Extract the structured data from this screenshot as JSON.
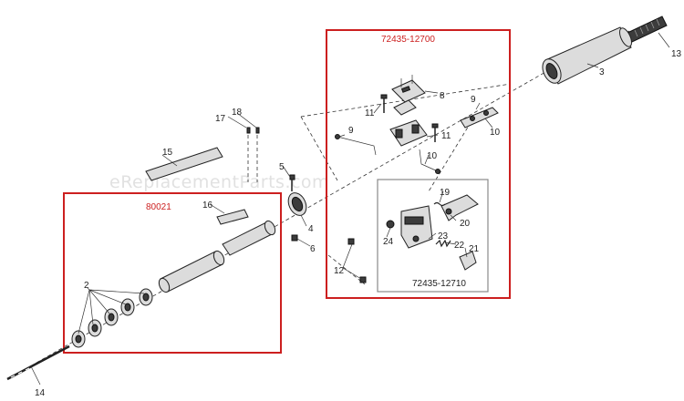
{
  "watermark": "eReplacementParts.com",
  "kits": {
    "upper_kit": "72435-12700",
    "inner_kit": "72435-12710",
    "shaft_kit": "80021"
  },
  "colors": {
    "kit_box": "#cc1f1f",
    "inner_box": "#8a8a8a",
    "kit_label": "#cc1f1f"
  },
  "labels": {
    "p2": "2",
    "p3": "3",
    "p4": "4",
    "p5": "5",
    "p6": "6",
    "p8": "8",
    "p9a": "9",
    "p9b": "9",
    "p10a": "10",
    "p10b": "10",
    "p11a": "11",
    "p11b": "11",
    "p12": "12",
    "p13": "13",
    "p14": "14",
    "p15": "15",
    "p16": "16",
    "p17": "17",
    "p18": "18",
    "p19": "19",
    "p20": "20",
    "p21": "21",
    "p22": "22",
    "p23": "23",
    "p24": "24"
  }
}
